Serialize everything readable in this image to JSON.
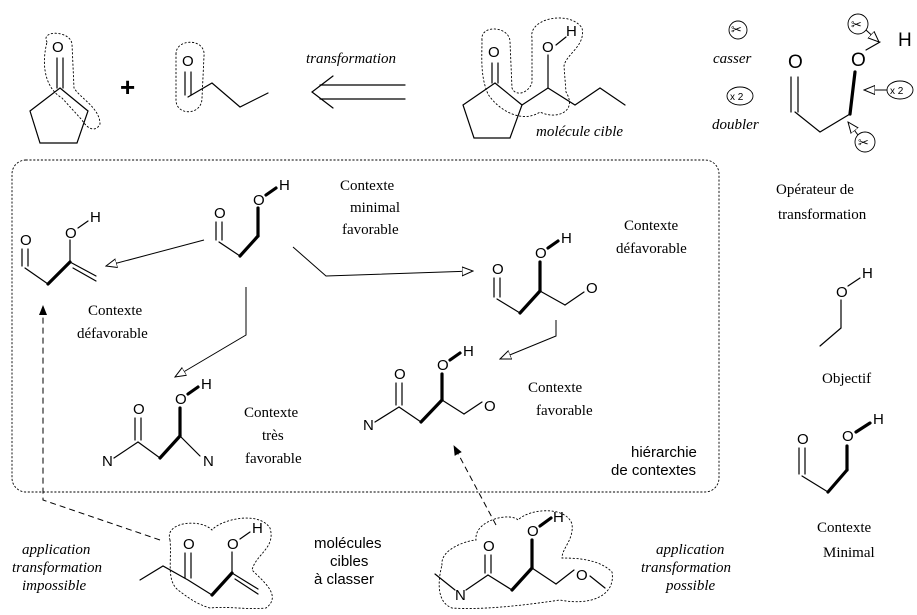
{
  "atoms": {
    "O": "O",
    "H": "H",
    "N": "N"
  },
  "plus": "+",
  "top": {
    "transformation": "transformation",
    "molecule_cible": "molécule cible"
  },
  "legend": {
    "casser": "casser",
    "doubler": "doubler",
    "x2": "x 2",
    "operateur": [
      "Opérateur de",
      "transformation"
    ]
  },
  "labels": {
    "ctx_minimal_favorable": [
      "Contexte",
      "minimal",
      "favorable"
    ],
    "ctx_defavorable_right": [
      "Contexte",
      "défavorable"
    ],
    "ctx_defavorable_left": [
      "Contexte",
      "défavorable"
    ],
    "ctx_tres_favorable": [
      "Contexte",
      "très",
      "favorable"
    ],
    "ctx_favorable": [
      "Contexte",
      "favorable"
    ],
    "hierarchie": [
      "hiérarchie",
      "de contextes"
    ],
    "objectif": "Objectif",
    "contexte_minimal": [
      "Contexte",
      "Minimal"
    ],
    "molecules_cibles": [
      "molécules",
      "cibles",
      "à classer"
    ],
    "app_impossible": [
      "application",
      "transformation",
      "impossible"
    ],
    "app_possible": [
      "application",
      "transformation",
      "possible"
    ]
  }
}
